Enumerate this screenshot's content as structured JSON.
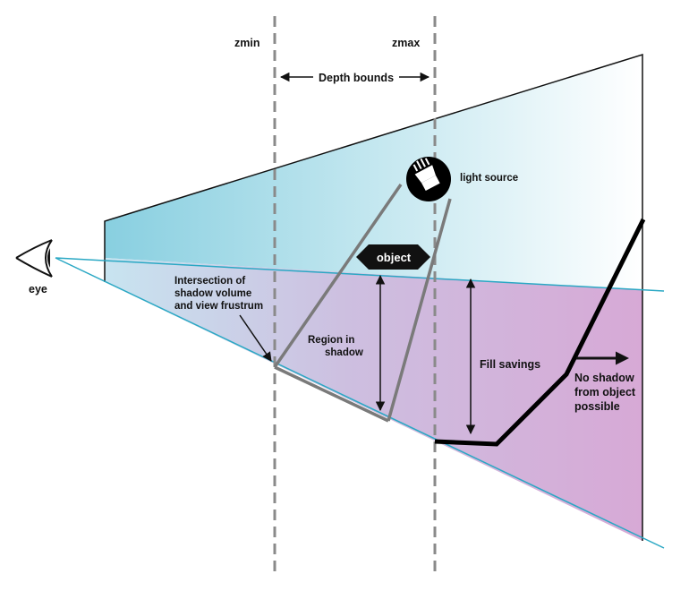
{
  "labels": {
    "zmin": "zmin",
    "zmax": "zmax",
    "depth_bounds": "Depth bounds",
    "light_source": "light source",
    "object": "object",
    "eye": "eye",
    "intersection": [
      "Intersection of",
      "shadow volume",
      "and view frustrum"
    ],
    "region_in_shadow": [
      "Region in",
      "shadow"
    ],
    "fill_savings": "Fill savings",
    "no_shadow": [
      "No shadow",
      "from object",
      "possible"
    ]
  },
  "colors": {
    "frustum_top_start": "#88cfe0",
    "frustum_top_end": "#ffffff",
    "frustum_bottom_start": "#c6e2ee",
    "frustum_bottom_end": "#d9a8d6",
    "view_line": "#2aa8c4",
    "dashed_line": "#8a8a8a",
    "shadow_volume": "#7a7a7a",
    "outline": "#111111"
  },
  "icons": {
    "eye": "eye-icon",
    "light": "light-source-icon"
  }
}
